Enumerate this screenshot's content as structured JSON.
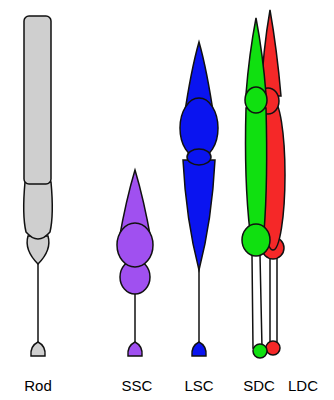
{
  "diagram": {
    "labels": [
      "Rod",
      "SSC",
      "LSC",
      "SDC",
      "LDC"
    ]
  }
}
